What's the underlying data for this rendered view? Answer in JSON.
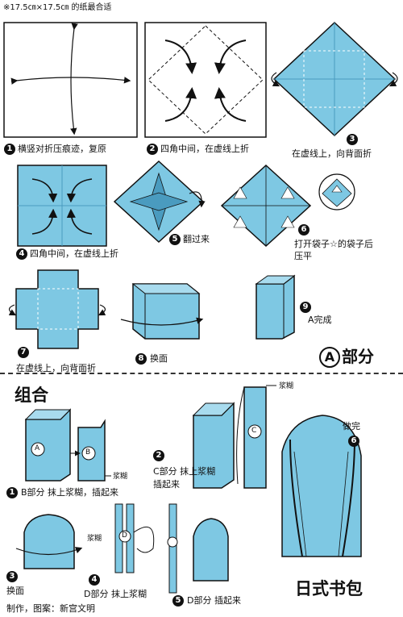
{
  "header": {
    "note": "※17.5㎝×17.5㎝ 的纸最合适"
  },
  "colors": {
    "paper": "#7ec8e3",
    "paper_dark": "#4a9bbf",
    "line": "#111111"
  },
  "part_a": {
    "steps": [
      {
        "num": "1",
        "text": "横竖对折压痕迹，复原"
      },
      {
        "num": "2",
        "text": "四角中间，在虚线上折"
      },
      {
        "num": "3",
        "text": "在虚线上，向背面折"
      },
      {
        "num": "4",
        "text": "四角中间，在虚线上折"
      },
      {
        "num": "5",
        "text": "翻过来"
      },
      {
        "num": "6",
        "line1": "打开袋子☆的袋子后",
        "line2": "压平"
      },
      {
        "num": "7",
        "text": "在虚线上，向背面折"
      },
      {
        "num": "8",
        "text": "换面"
      },
      {
        "num": "9",
        "text": "A完成"
      }
    ],
    "section_label": "部分",
    "section_letter": "A"
  },
  "assembly": {
    "title": "组合",
    "glue_label": "浆糊",
    "steps": [
      {
        "num": "1",
        "text": "B部分 抹上浆糊，插起来"
      },
      {
        "num": "2",
        "line1": "C部分 抹上浆糊",
        "line2": "插起来"
      },
      {
        "num": "3",
        "text": "换面"
      },
      {
        "num": "4",
        "text": "D部分 抹上浆糊"
      },
      {
        "num": "5",
        "text": "D部分 插起来"
      },
      {
        "num": "6",
        "text": "做完"
      }
    ],
    "labels": {
      "a": "A",
      "b": "B",
      "c": "C",
      "d": "D"
    }
  },
  "footer": {
    "credit": "制作，图案：新宫文明",
    "final_title": "日式书包"
  }
}
